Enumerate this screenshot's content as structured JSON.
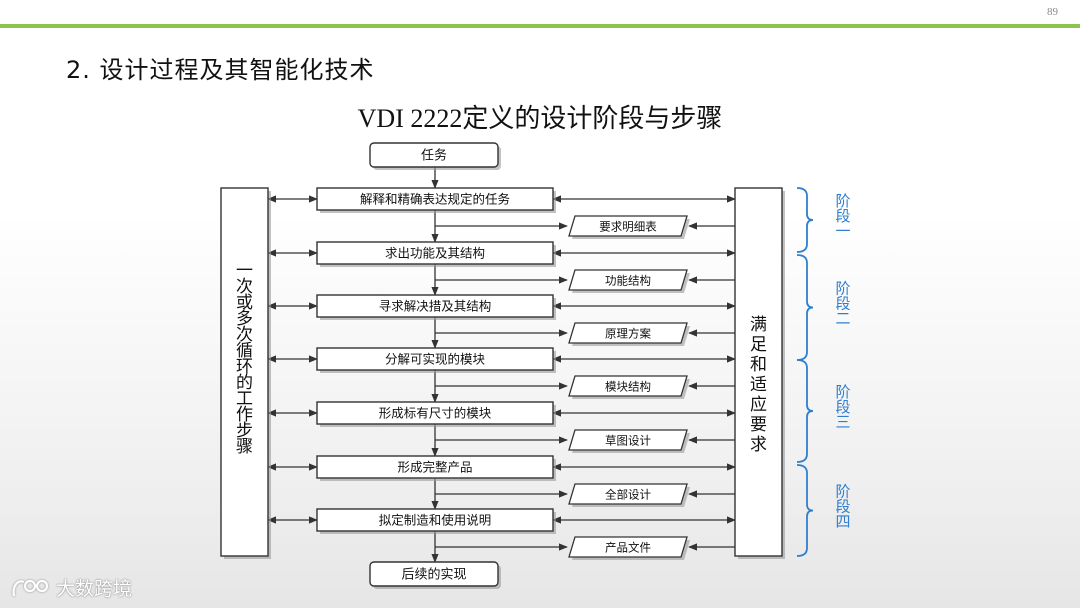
{
  "page": {
    "number": "89"
  },
  "slide": {
    "title": "2. 设计过程及其智能化技术"
  },
  "diagram": {
    "title": "VDI 2222定义的设计阶段与步骤",
    "start": "任务",
    "end": "后续的实现",
    "steps": [
      "解释和精确表达规定的任务",
      "求出功能及其结构",
      "寻求解决措及其结构",
      "分解可实现的模块",
      "形成标有尺寸的模块",
      "形成完整产品",
      "拟定制造和使用说明"
    ],
    "outputs": [
      "要求明细表",
      "功能结构",
      "原理方案",
      "模块结构",
      "草图设计",
      "全部设计",
      "产品文件"
    ],
    "left_column": "一次或多次循环的工作步骤",
    "right_column": "满足和适应要求",
    "phases": [
      "阶段一",
      "阶段二",
      "阶段三",
      "阶段四"
    ],
    "colors": {
      "phase": "#2f7fd0",
      "box_border": "#333333",
      "topbar": "#8dc44f"
    }
  },
  "watermark": {
    "text": "大数跨境"
  }
}
